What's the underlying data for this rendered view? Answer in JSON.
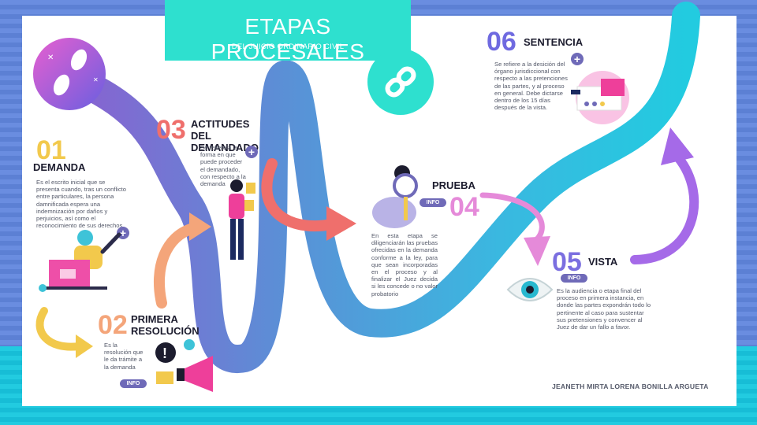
{
  "title": "ETAPAS PROCESALES",
  "subtitle": "DEL JUICIO ORDINARIO CIVIL",
  "author": "JEANETH MIRTA LORENA BONILLA ARGUETA",
  "info_label": "INFO",
  "stages": [
    {
      "num": "01",
      "title": "DEMANDA",
      "color": "#f2c94c",
      "desc": "Es el escrito inicial que se presenta cuando, tras un conflicto entre particulares, la persona damnificada espera una indemnización por daños y perjuicios, así como el reconocimiento de sus derechos."
    },
    {
      "num": "02",
      "title": "PRIMERA RESOLUCIÓN",
      "color": "#f4a57a",
      "desc": "Es la resolución que le da trámite a la demanda"
    },
    {
      "num": "03",
      "title": "ACTITUDES DEL DEMANDADO",
      "color": "#ef6f6c",
      "desc": "Se refiere a la forma en que puede proceder el demandado, con respecto a la demanda"
    },
    {
      "num": "04",
      "title": "PRUEBA",
      "color": "#e58ad9",
      "desc": "En esta etapa se diligenciarán las pruebas ofrecidas en la demanda conforme a la ley, para que sean incorporadas en el proceso y al finalizar el Juez decida si les concede o no valor probatorio"
    },
    {
      "num": "05",
      "title": "VISTA",
      "color": "#7b6fe0",
      "desc": "Es la audiencia o etapa final del proceso en primera instancia, en donde las partes expondrán todo lo pertinente al caso para sustentar sus pretensiones y convencer al Juez de dar un fallo a favor."
    },
    {
      "num": "06",
      "title": "SENTENCIA",
      "color": "#6f6ae0",
      "desc": "Se refiere a la desición del órgano jurisdiccional con respecto a las pretenciones de las partes, y al proceso en general. Debe dictarse dentro de los 15 días después de la vista."
    }
  ],
  "icons": [
    "footprints-icon",
    "link-icon",
    "megaphone-icon",
    "magnifier-icon",
    "eye-icon",
    "browser-window-icon"
  ],
  "colors": {
    "teal": "#2ee0cf",
    "road_start": "#8b5fd0",
    "road_end": "#22cbe0",
    "info_badge": "#6f6ab8"
  }
}
